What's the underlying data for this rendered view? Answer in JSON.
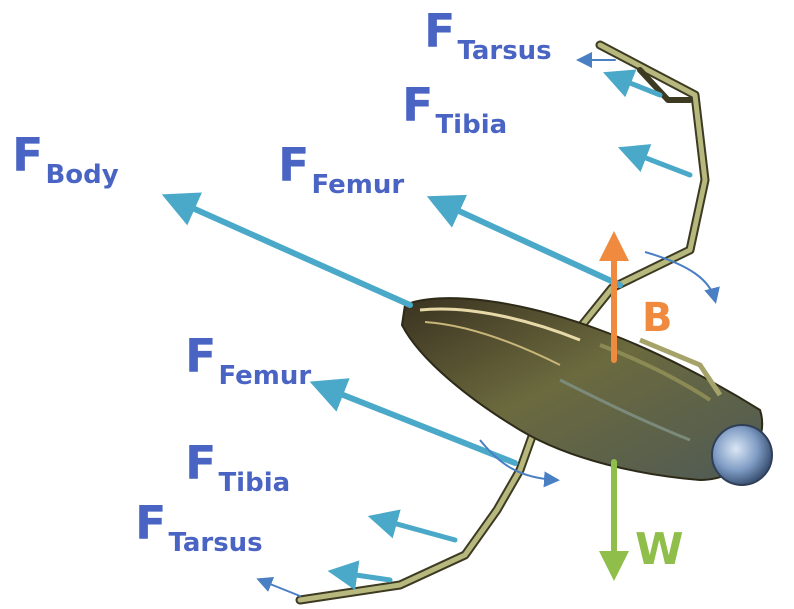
{
  "labels": {
    "f_symbol": "F",
    "body": "Body",
    "femur_upper": "Femur",
    "tibia_upper": "Tibia",
    "tarsus_upper": "Tarsus",
    "femur_lower": "Femur",
    "tibia_lower": "Tibia",
    "tarsus_lower": "Tarsus",
    "buoyancy": "B",
    "weight": "W"
  },
  "colors": {
    "label_blue": "#4a64c4",
    "force_arrow": "#4aa9c9",
    "moment_arrow": "#4a7fc4",
    "buoyancy_arrow": "#ef8a3f",
    "weight_arrow": "#8fbf4a"
  }
}
